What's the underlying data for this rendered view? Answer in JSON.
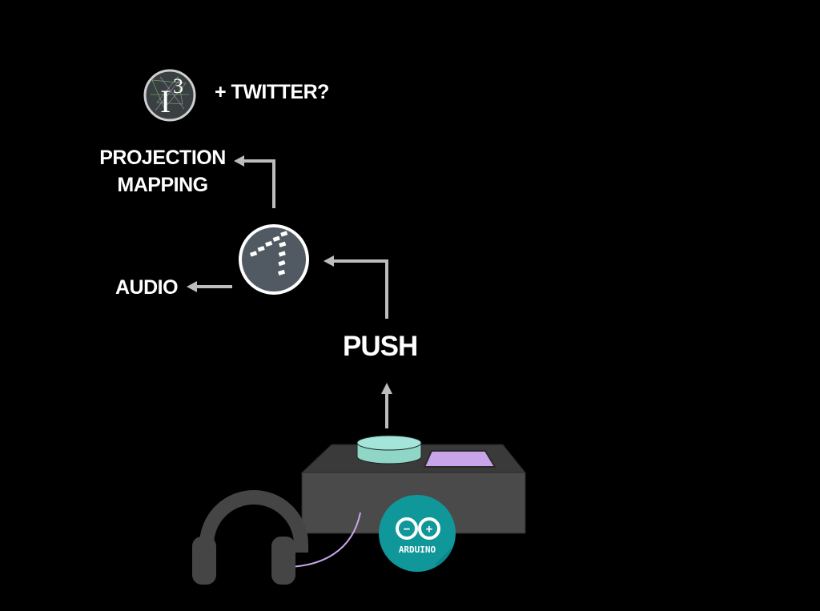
{
  "labels": {
    "twitter": "+ TWITTER?",
    "projection_line1": "PROJECTION",
    "projection_line2": "MAPPING",
    "audio": "AUDIO",
    "push": "PUSH"
  },
  "logo_i3": {
    "text_base": "I",
    "text_sup": "3"
  },
  "arduino": {
    "label": "ARDUINO",
    "minus": "−",
    "plus": "+"
  },
  "colors": {
    "background": "#000000",
    "text": "#ffffff",
    "arrow": "#bdbdbd",
    "hub_fill": "#515a62",
    "device_body": "#4a4a4a",
    "device_top": "#3a3a3a",
    "button_teal": "#a3e5d8",
    "pad_lilac": "#c8a5e9",
    "arduino_teal": "#10979a",
    "cable": "#c9a6e8",
    "headphones": "#454545"
  },
  "icons": {
    "twitter_logo": "i3-logo",
    "hub": "hub-logo-icon",
    "device": "controller-box",
    "headphones": "headphones-icon",
    "arduino": "arduino-logo"
  }
}
